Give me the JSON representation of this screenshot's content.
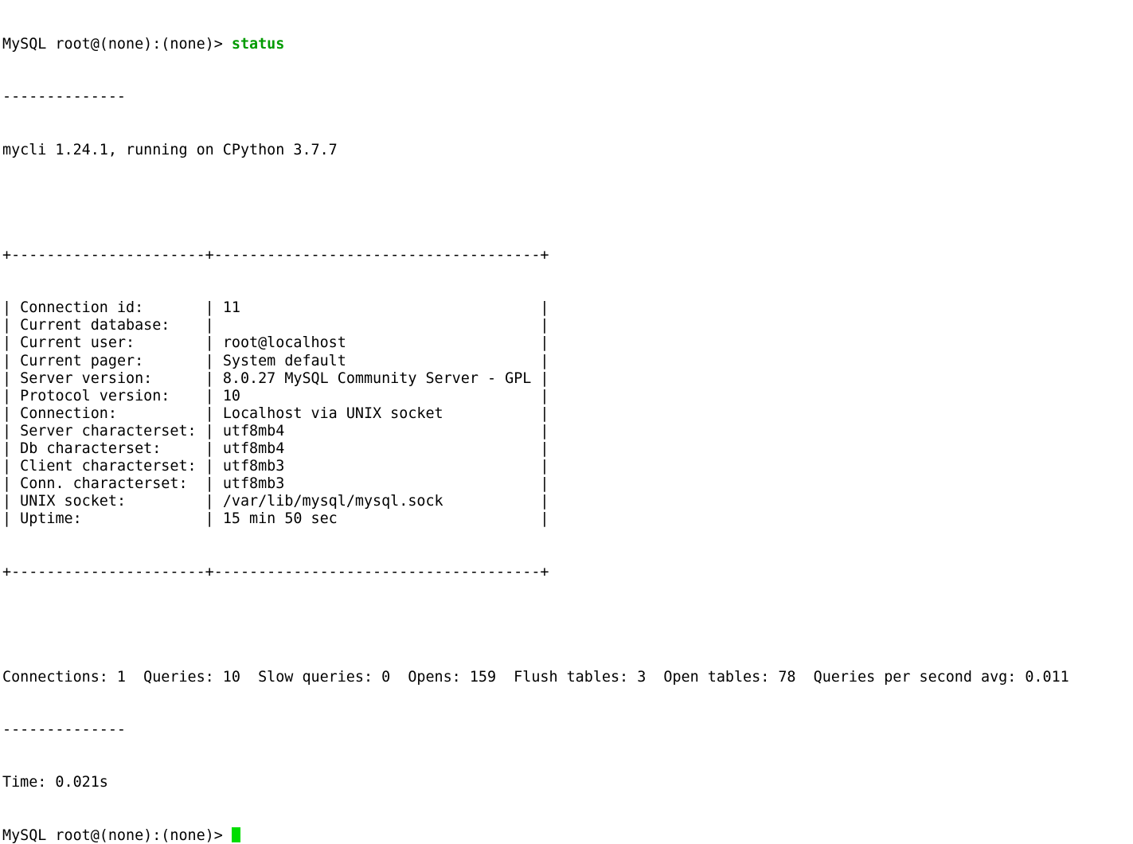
{
  "terminal": {
    "colors": {
      "background": "#ffffff",
      "foreground": "#000000",
      "command_green": "#009b00",
      "cursor_green": "#00dd00"
    },
    "prompt": "MySQL root@(none):(none)> ",
    "command": "status",
    "separator": "--------------",
    "version_line": "mycli 1.24.1, running on CPython 3.7.7",
    "status_table": {
      "border": "+----------------------+-------------------------------------+",
      "pipe_left": "| ",
      "pipe_mid": " | ",
      "pipe_right": " |",
      "rows": [
        {
          "label": "Connection id:",
          "value": "11"
        },
        {
          "label": "Current database:",
          "value": ""
        },
        {
          "label": "Current user:",
          "value": "root@localhost"
        },
        {
          "label": "Current pager:",
          "value": "System default"
        },
        {
          "label": "Server version:",
          "value": "8.0.27 MySQL Community Server - GPL"
        },
        {
          "label": "Protocol version:",
          "value": "10"
        },
        {
          "label": "Connection:",
          "value": "Localhost via UNIX socket"
        },
        {
          "label": "Server characterset:",
          "value": "utf8mb4"
        },
        {
          "label": "Db characterset:",
          "value": "utf8mb4"
        },
        {
          "label": "Client characterset:",
          "value": "utf8mb3"
        },
        {
          "label": "Conn. characterset:",
          "value": "utf8mb3"
        },
        {
          "label": "UNIX socket:",
          "value": "/var/lib/mysql/mysql.sock"
        },
        {
          "label": "Uptime:",
          "value": "15 min 50 sec"
        }
      ]
    },
    "stats": {
      "connections": "1",
      "queries": "10",
      "slow_queries": "0",
      "opens": "159",
      "flush_tables": "3",
      "open_tables": "78",
      "queries_per_second_avg": "0.011",
      "line": "Connections: 1  Queries: 10  Slow queries: 0  Opens: 159  Flush tables: 3  Open tables: 78  Queries per second avg: 0.011"
    },
    "time_line": "Time: 0.021s"
  }
}
